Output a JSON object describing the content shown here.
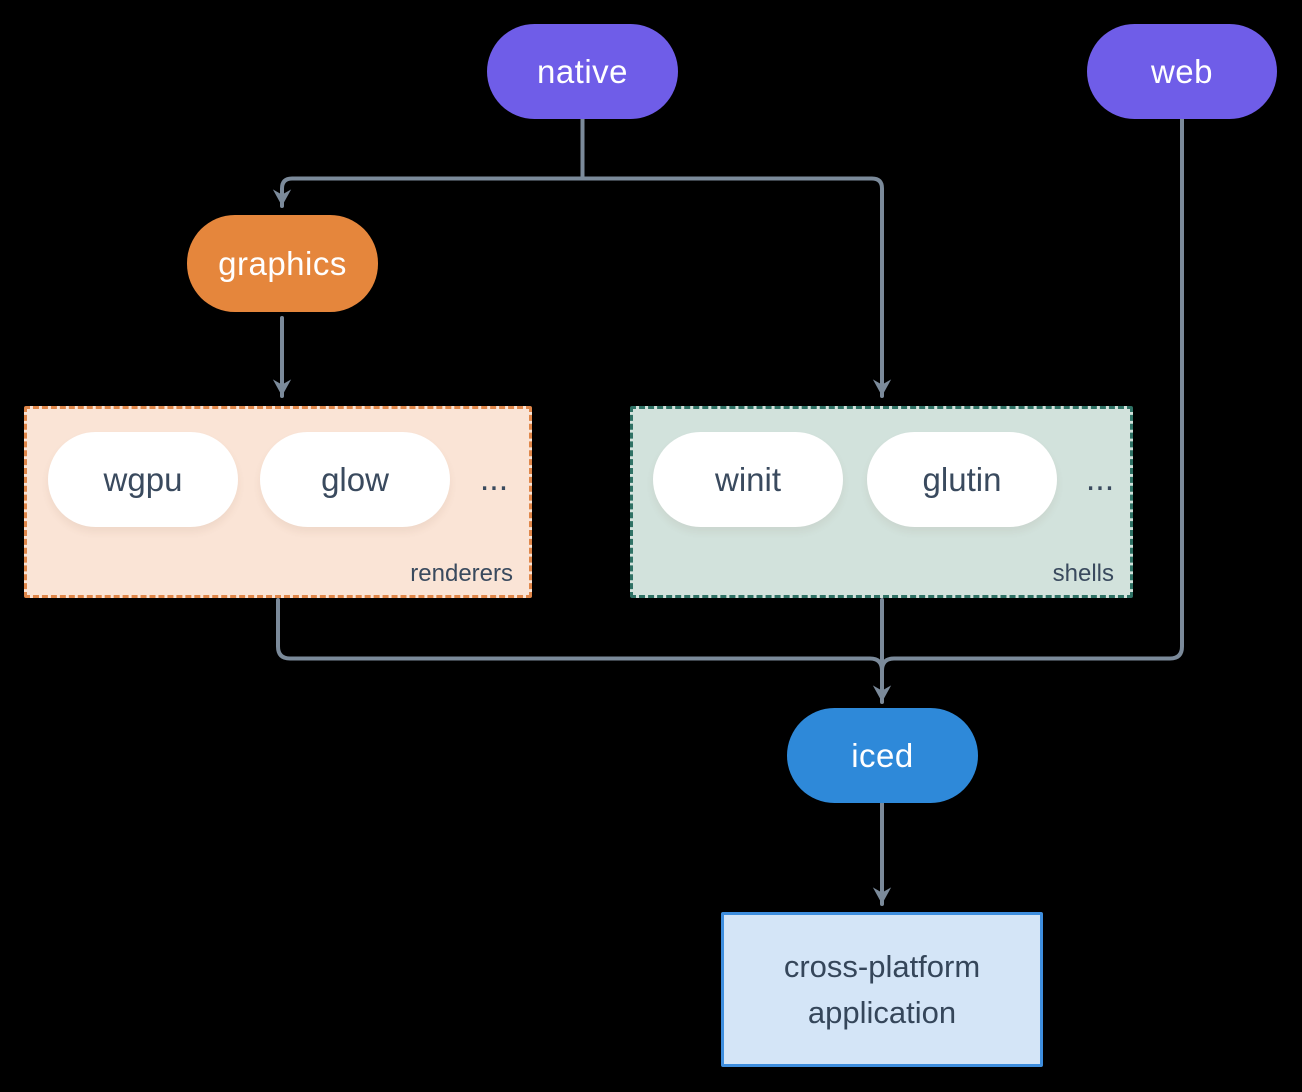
{
  "diagram": {
    "title_hint": "iced ecosystem architecture diagram",
    "colors": {
      "background": "#000000",
      "connector": "#7b8a9a",
      "purple_pill": "#6f5de8",
      "orange_pill": "#e5863c",
      "blue_pill": "#2e89d9",
      "renderers_fill": "#fae4d6",
      "renderers_border": "#e0874a",
      "shells_fill": "#d2e2dc",
      "shells_border": "#2f7265",
      "white_pill_text": "#3a4a5e",
      "app_fill": "#d4e5f7",
      "app_border": "#3e8ede",
      "app_text": "#35465a"
    },
    "nodes": {
      "native": {
        "label": "native"
      },
      "web": {
        "label": "web"
      },
      "graphics": {
        "label": "graphics"
      },
      "iced": {
        "label": "iced"
      }
    },
    "groups": {
      "renderers": {
        "label": "renderers",
        "ellipsis": "...",
        "items": {
          "wgpu": "wgpu",
          "glow": "glow"
        }
      },
      "shells": {
        "label": "shells",
        "ellipsis": "...",
        "items": {
          "winit": "winit",
          "glutin": "glutin"
        }
      }
    },
    "application": {
      "line1": "cross-platform",
      "line2": "application"
    }
  }
}
